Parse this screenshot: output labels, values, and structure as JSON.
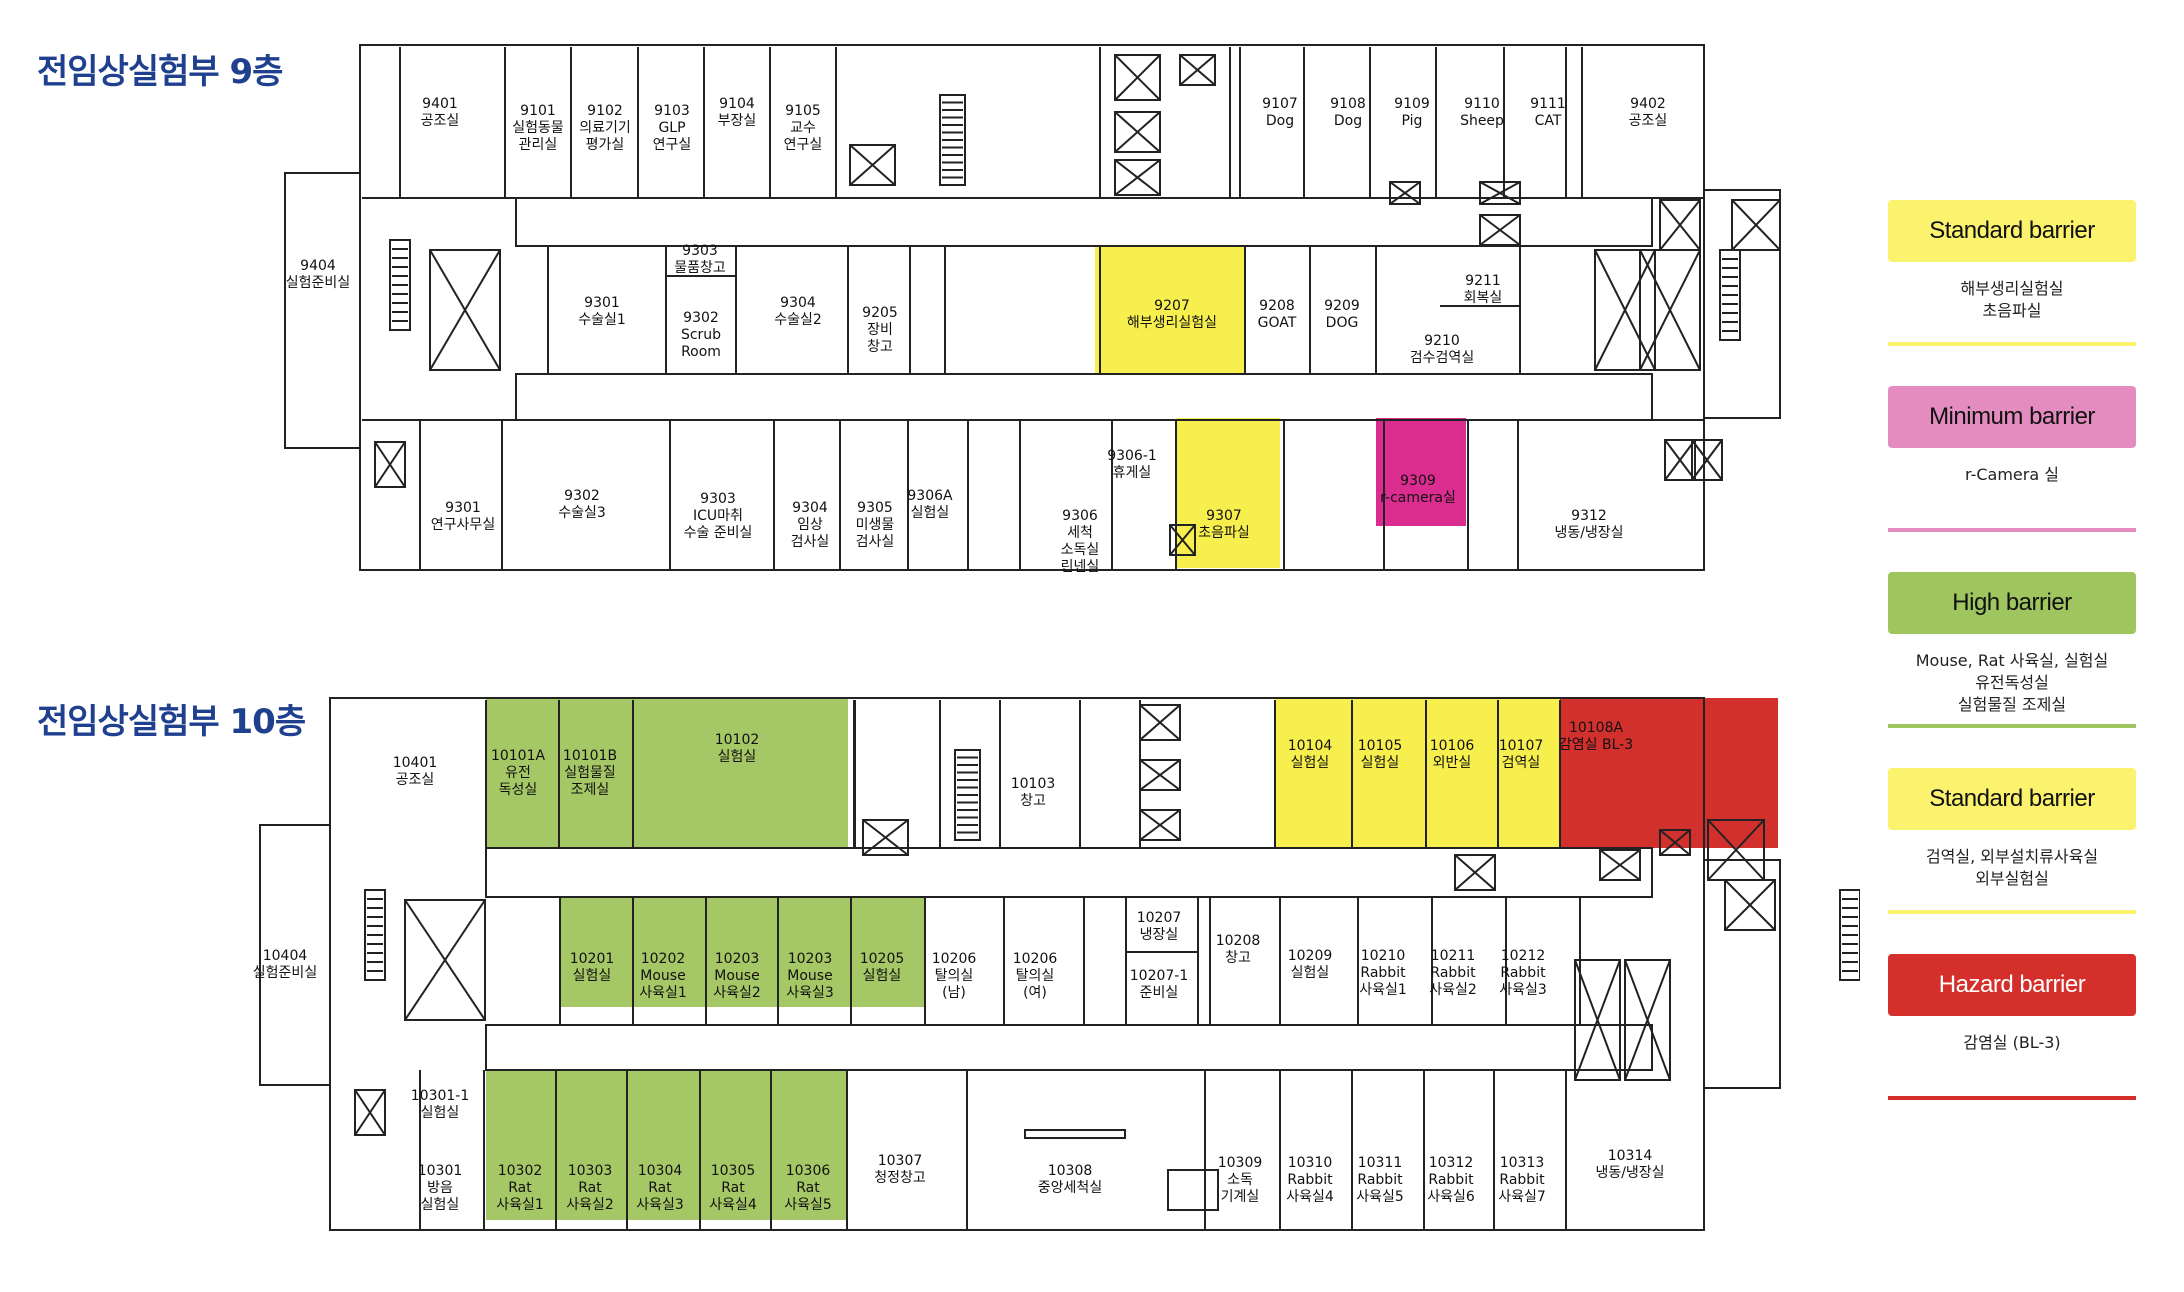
{
  "floors": [
    {
      "title": "전임상실험부 9층"
    },
    {
      "title": "전임상실험부 10층"
    }
  ],
  "colors": {
    "standard": "#fbf36e",
    "minimum": "#e48cc0",
    "high": "#9ec55e",
    "hazard": "#d42f2b",
    "yellow_room": "#f7ef4d",
    "magenta_room": "#da2d8f",
    "green_room": "#a6c766",
    "red_room": "#d2302c",
    "title": "#1f3f8f"
  },
  "rooms": [
    {
      "f": 0,
      "lines": [
        "9401",
        "공조실"
      ],
      "c": ""
    },
    {
      "f": 0,
      "lines": [
        "9101",
        "실험동물",
        "관리실"
      ],
      "c": ""
    },
    {
      "f": 0,
      "lines": [
        "9102",
        "의료기기",
        "평가실"
      ],
      "c": ""
    },
    {
      "f": 0,
      "lines": [
        "9103",
        "GLP",
        "연구실"
      ],
      "c": ""
    },
    {
      "f": 0,
      "lines": [
        "9104",
        "부장실"
      ],
      "c": ""
    },
    {
      "f": 0,
      "lines": [
        "9105",
        "교수",
        "연구실"
      ],
      "c": ""
    },
    {
      "f": 0,
      "lines": [
        "9107",
        "Dog"
      ],
      "c": ""
    },
    {
      "f": 0,
      "lines": [
        "9108",
        "Dog"
      ],
      "c": ""
    },
    {
      "f": 0,
      "lines": [
        "9109",
        "Pig"
      ],
      "c": ""
    },
    {
      "f": 0,
      "lines": [
        "9110",
        "Sheep"
      ],
      "c": ""
    },
    {
      "f": 0,
      "lines": [
        "9111",
        "CAT"
      ],
      "c": ""
    },
    {
      "f": 0,
      "lines": [
        "9402",
        "공조실"
      ],
      "c": ""
    },
    {
      "f": 0,
      "lines": [
        "9404",
        "실험준비실"
      ],
      "c": ""
    },
    {
      "f": 0,
      "lines": [
        "9301",
        "수술실1"
      ],
      "c": ""
    },
    {
      "f": 0,
      "lines": [
        "9303",
        "물품창고"
      ],
      "c": ""
    },
    {
      "f": 0,
      "lines": [
        "9302",
        "Scrub",
        "Room"
      ],
      "c": ""
    },
    {
      "f": 0,
      "lines": [
        "9304",
        "수술실2"
      ],
      "c": ""
    },
    {
      "f": 0,
      "lines": [
        "9205",
        "장비",
        "창고"
      ],
      "c": ""
    },
    {
      "f": 0,
      "lines": [
        "9207",
        "해부생리실험실"
      ],
      "c": "yellow_room"
    },
    {
      "f": 0,
      "lines": [
        "9208",
        "GOAT"
      ],
      "c": ""
    },
    {
      "f": 0,
      "lines": [
        "9209",
        "DOG"
      ],
      "c": ""
    },
    {
      "f": 0,
      "lines": [
        "9211",
        "회복실"
      ],
      "c": ""
    },
    {
      "f": 0,
      "lines": [
        "9210",
        "검수검역실"
      ],
      "c": ""
    },
    {
      "f": 0,
      "lines": [
        "9301",
        "연구사무실"
      ],
      "c": ""
    },
    {
      "f": 0,
      "lines": [
        "9302",
        "수술실3"
      ],
      "c": ""
    },
    {
      "f": 0,
      "lines": [
        "9303",
        "ICU마취",
        "수술 준비실"
      ],
      "c": ""
    },
    {
      "f": 0,
      "lines": [
        "9304",
        "임상",
        "검사실"
      ],
      "c": ""
    },
    {
      "f": 0,
      "lines": [
        "9305",
        "미생물",
        "검사실"
      ],
      "c": ""
    },
    {
      "f": 0,
      "lines": [
        "9306A",
        "실험실"
      ],
      "c": ""
    },
    {
      "f": 0,
      "lines": [
        "9306",
        "세척",
        "소독실",
        "린넨실"
      ],
      "c": ""
    },
    {
      "f": 0,
      "lines": [
        "9306-1",
        "휴게실"
      ],
      "c": ""
    },
    {
      "f": 0,
      "lines": [
        "9307",
        "초음파실"
      ],
      "c": "yellow_room"
    },
    {
      "f": 0,
      "lines": [
        "9309",
        "r-camera실"
      ],
      "c": "magenta_room"
    },
    {
      "f": 0,
      "lines": [
        "9312",
        "냉동/냉장실"
      ],
      "c": ""
    },
    {
      "f": 1,
      "lines": [
        "10401",
        "공조실"
      ],
      "c": ""
    },
    {
      "f": 1,
      "lines": [
        "10101A",
        "유전",
        "독성실"
      ],
      "c": "green_room"
    },
    {
      "f": 1,
      "lines": [
        "10101B",
        "실험물질",
        "조제실"
      ],
      "c": "green_room"
    },
    {
      "f": 1,
      "lines": [
        "10102",
        "실험실"
      ],
      "c": "green_room"
    },
    {
      "f": 1,
      "lines": [
        "10103",
        "창고"
      ],
      "c": ""
    },
    {
      "f": 1,
      "lines": [
        "10104",
        "실험실"
      ],
      "c": "yellow_room"
    },
    {
      "f": 1,
      "lines": [
        "10105",
        "실험실"
      ],
      "c": "yellow_room"
    },
    {
      "f": 1,
      "lines": [
        "10106",
        "외반실"
      ],
      "c": "yellow_room"
    },
    {
      "f": 1,
      "lines": [
        "10107",
        "검역실"
      ],
      "c": "yellow_room"
    },
    {
      "f": 1,
      "lines": [
        "10108A",
        "감염실 BL-3"
      ],
      "c": "red_room"
    },
    {
      "f": 1,
      "lines": [
        "10404",
        "실험준비실"
      ],
      "c": ""
    },
    {
      "f": 1,
      "lines": [
        "10201",
        "실험실"
      ],
      "c": "green_room"
    },
    {
      "f": 1,
      "lines": [
        "10202",
        "Mouse",
        "사육실1"
      ],
      "c": "green_room"
    },
    {
      "f": 1,
      "lines": [
        "10203",
        "Mouse",
        "사육실2"
      ],
      "c": "green_room"
    },
    {
      "f": 1,
      "lines": [
        "10203",
        "Mouse",
        "사육실3"
      ],
      "c": "green_room"
    },
    {
      "f": 1,
      "lines": [
        "10205",
        "실험실"
      ],
      "c": "green_room"
    },
    {
      "f": 1,
      "lines": [
        "10206",
        "탈의실",
        "(남)"
      ],
      "c": ""
    },
    {
      "f": 1,
      "lines": [
        "10206",
        "탈의실",
        "(여)"
      ],
      "c": ""
    },
    {
      "f": 1,
      "lines": [
        "10207",
        "냉장실"
      ],
      "c": ""
    },
    {
      "f": 1,
      "lines": [
        "10207-1",
        "준비실"
      ],
      "c": ""
    },
    {
      "f": 1,
      "lines": [
        "10208",
        "창고"
      ],
      "c": ""
    },
    {
      "f": 1,
      "lines": [
        "10209",
        "실험실"
      ],
      "c": ""
    },
    {
      "f": 1,
      "lines": [
        "10210",
        "Rabbit",
        "사육실1"
      ],
      "c": ""
    },
    {
      "f": 1,
      "lines": [
        "10211",
        "Rabbit",
        "사육실2"
      ],
      "c": ""
    },
    {
      "f": 1,
      "lines": [
        "10212",
        "Rabbit",
        "사육실3"
      ],
      "c": ""
    },
    {
      "f": 1,
      "lines": [
        "10301-1",
        "실험실"
      ],
      "c": ""
    },
    {
      "f": 1,
      "lines": [
        "10301",
        "방음",
        "실험실"
      ],
      "c": ""
    },
    {
      "f": 1,
      "lines": [
        "10302",
        "Rat",
        "사육실1"
      ],
      "c": "green_room"
    },
    {
      "f": 1,
      "lines": [
        "10303",
        "Rat",
        "사육실2"
      ],
      "c": "green_room"
    },
    {
      "f": 1,
      "lines": [
        "10304",
        "Rat",
        "사육실3"
      ],
      "c": "green_room"
    },
    {
      "f": 1,
      "lines": [
        "10305",
        "Rat",
        "사육실4"
      ],
      "c": "green_room"
    },
    {
      "f": 1,
      "lines": [
        "10306",
        "Rat",
        "사육실5"
      ],
      "c": "green_room"
    },
    {
      "f": 1,
      "lines": [
        "10307",
        "청정창고"
      ],
      "c": ""
    },
    {
      "f": 1,
      "lines": [
        "10308",
        "중앙세척실"
      ],
      "c": ""
    },
    {
      "f": 1,
      "lines": [
        "10309",
        "소독",
        "기계실"
      ],
      "c": ""
    },
    {
      "f": 1,
      "lines": [
        "10310",
        "Rabbit",
        "사육실4"
      ],
      "c": ""
    },
    {
      "f": 1,
      "lines": [
        "10311",
        "Rabbit",
        "사육실5"
      ],
      "c": ""
    },
    {
      "f": 1,
      "lines": [
        "10312",
        "Rabbit",
        "사육실6"
      ],
      "c": ""
    },
    {
      "f": 1,
      "lines": [
        "10313",
        "Rabbit",
        "사육실7"
      ],
      "c": ""
    },
    {
      "f": 1,
      "lines": [
        "10314",
        "냉동/냉장실"
      ],
      "c": ""
    }
  ],
  "legend": [
    {
      "title": "Standard barrier",
      "color_key": "standard",
      "desc": [
        "해부생리실험실",
        "초음파실"
      ]
    },
    {
      "title": "Minimum barrier",
      "color_key": "minimum",
      "desc": [
        "r-Camera 실"
      ]
    },
    {
      "title": "High barrier",
      "color_key": "high",
      "desc": [
        "Mouse, Rat 사육실, 실험실",
        "유전독성실",
        "실험물질 조제실"
      ]
    },
    {
      "title": "Standard barrier",
      "color_key": "standard",
      "desc": [
        "검역실, 외부설치류사육실",
        "외부실험실"
      ]
    },
    {
      "title": "Hazard barrier",
      "color_key": "hazard",
      "desc": [
        "감염실 (BL-3)"
      ]
    }
  ]
}
